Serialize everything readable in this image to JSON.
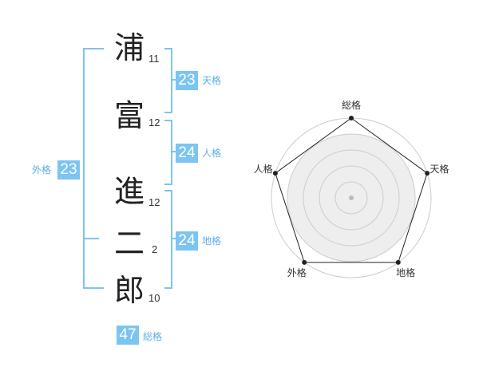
{
  "name_chars": [
    {
      "char": "浦",
      "strokes": "11"
    },
    {
      "char": "富",
      "strokes": "12"
    },
    {
      "char": "進",
      "strokes": "12"
    },
    {
      "char": "二",
      "strokes": "2"
    },
    {
      "char": "郎",
      "strokes": "10"
    }
  ],
  "fortune": {
    "tenkaku": {
      "value": "23",
      "label": "天格"
    },
    "jinkaku": {
      "value": "24",
      "label": "人格"
    },
    "chikaku": {
      "value": "24",
      "label": "地格"
    },
    "gaikaku": {
      "value": "23",
      "label": "外格"
    },
    "soukaku": {
      "value": "47",
      "label": "総格"
    }
  },
  "colors": {
    "accent": "#7cc4f2",
    "accent_text": "#5ab0e6"
  },
  "chart_data": {
    "type": "radar",
    "axes": [
      "総格",
      "天格",
      "地格",
      "外格",
      "人格"
    ],
    "values": [
      5,
      5,
      5,
      5,
      5
    ],
    "max": 5,
    "rings": 5,
    "grid": true
  }
}
